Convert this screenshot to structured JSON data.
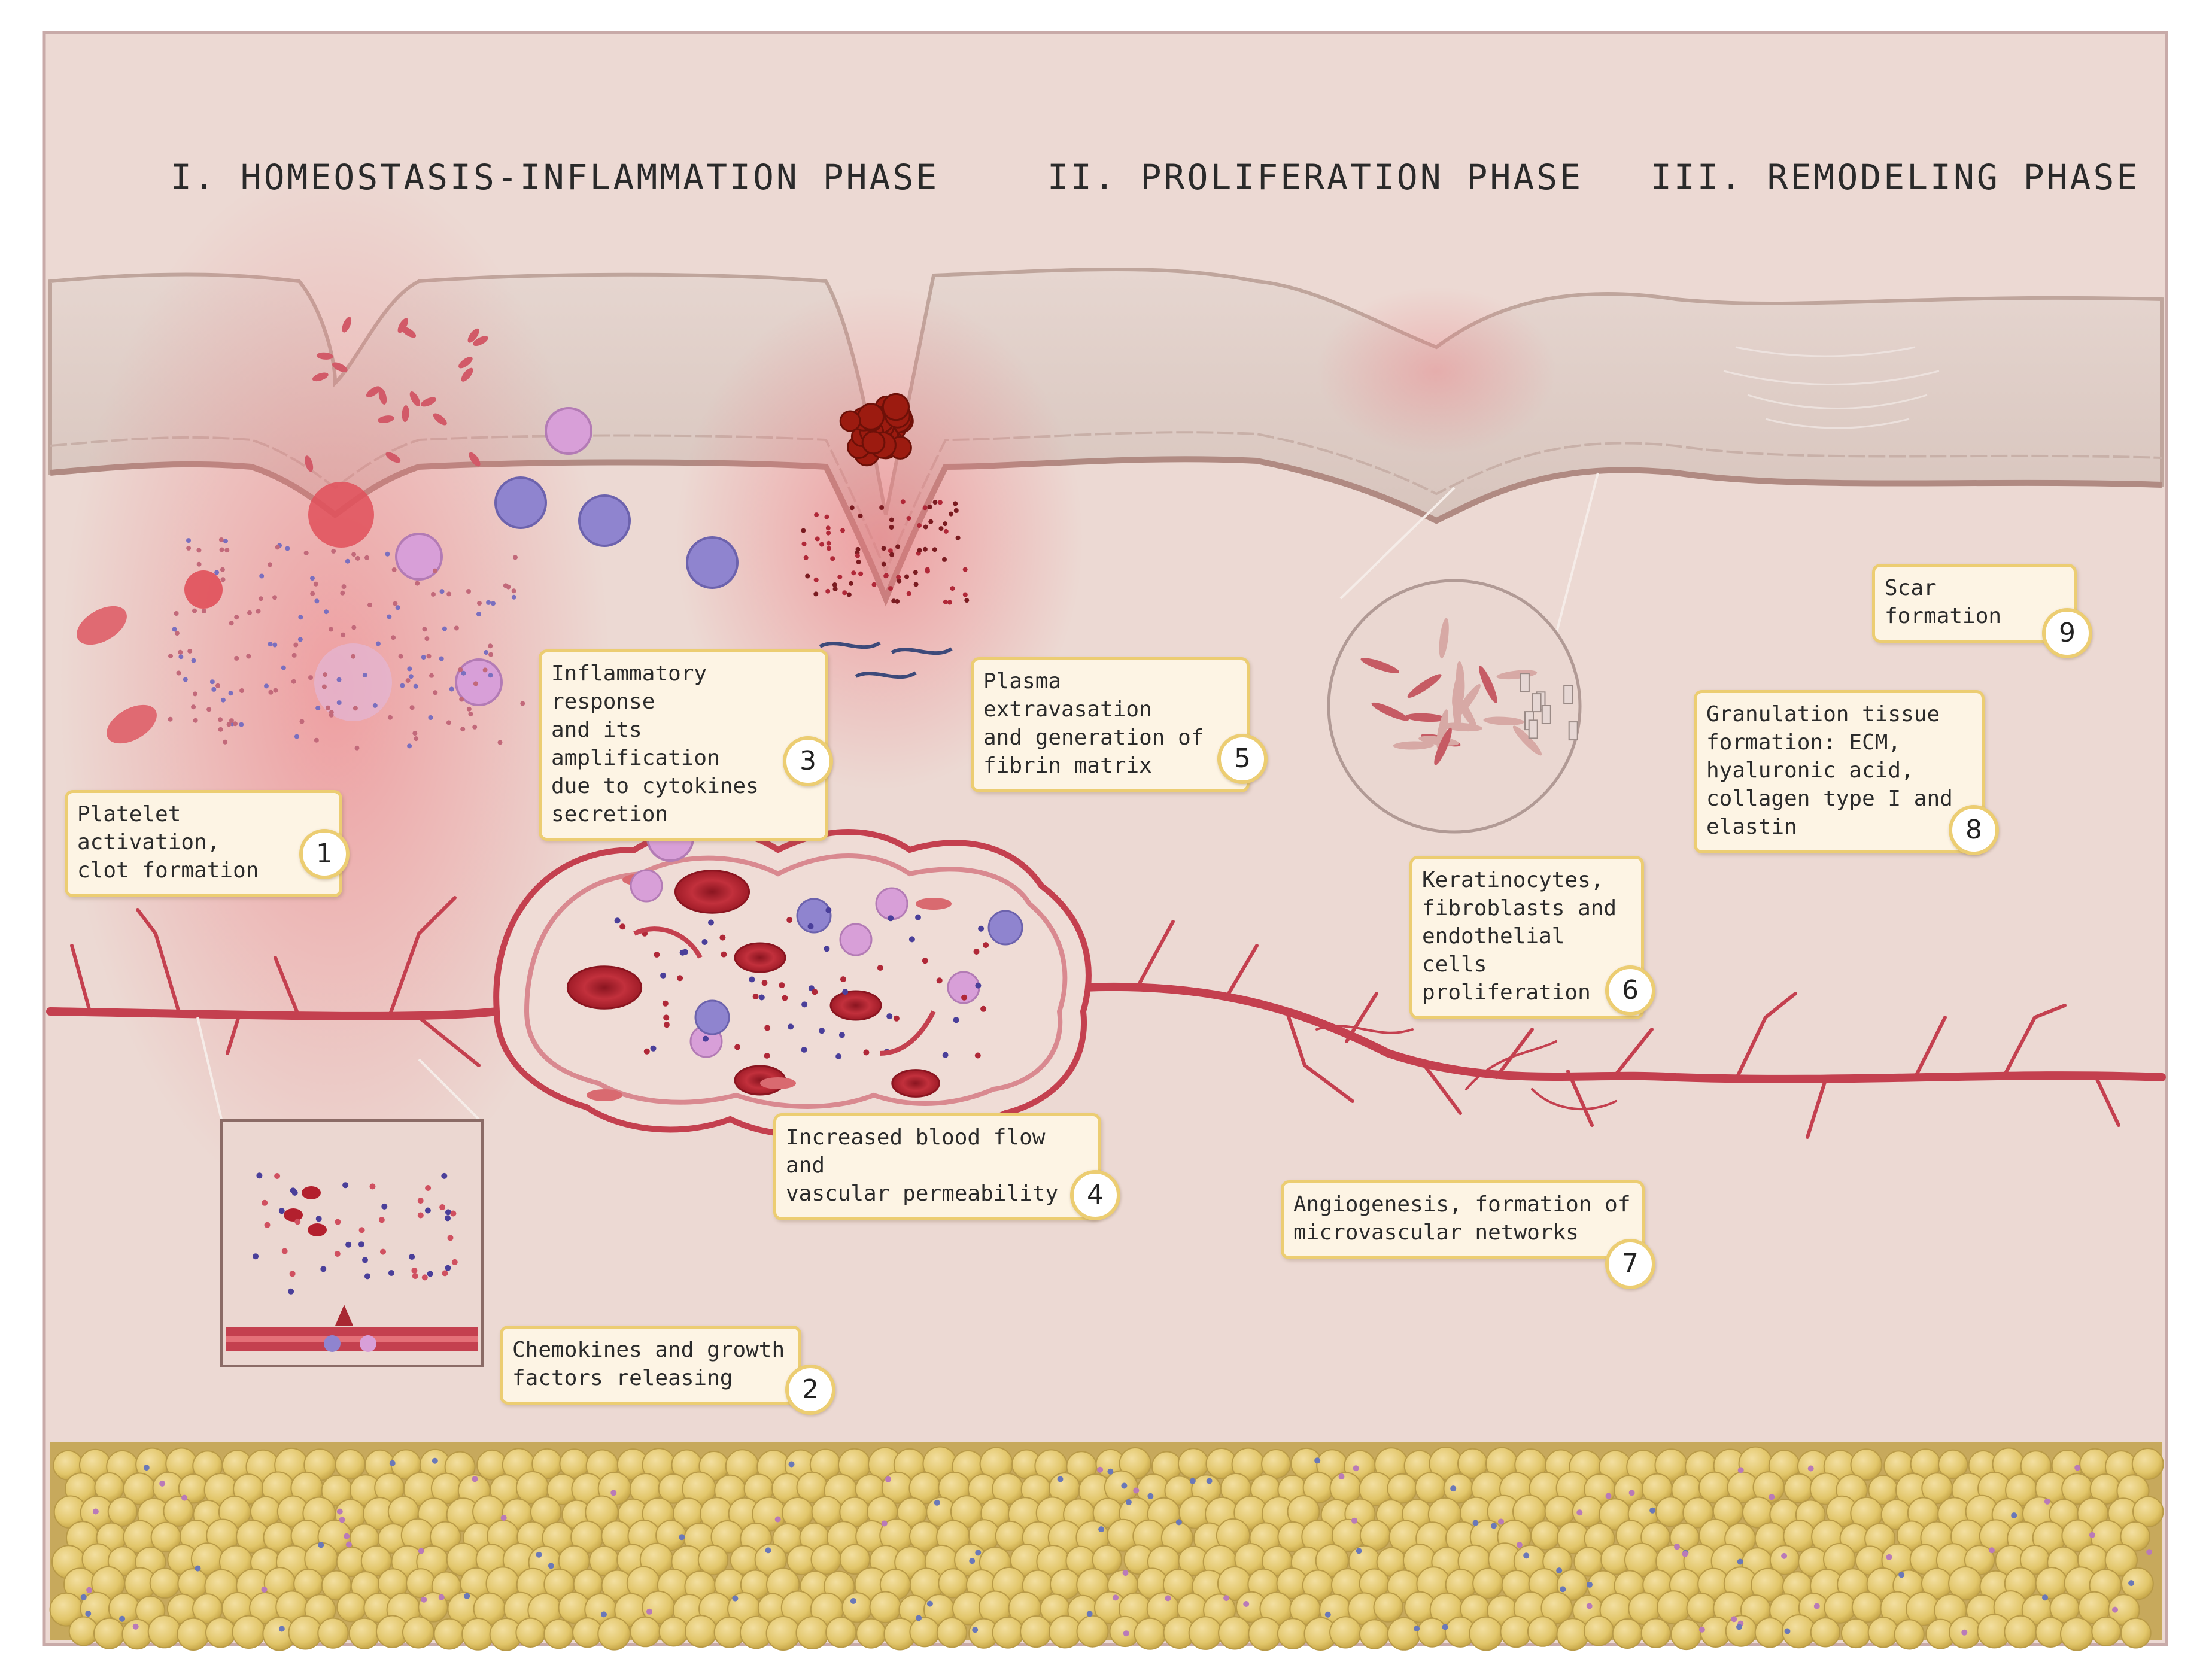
{
  "phases": {
    "p1": "I. HOMEOSTASIS-INFLAMMATION PHASE",
    "p2": "II. PROLIFERATION PHASE",
    "p3": "III. REMODELING PHASE"
  },
  "steps": [
    {
      "num": "1",
      "text": "Platelet activation,\nclot formation"
    },
    {
      "num": "2",
      "text": "Chemokines and growth\nfactors releasing"
    },
    {
      "num": "3",
      "text": "Inflammatory response\nand its amplification\ndue to cytokines\nsecretion"
    },
    {
      "num": "4",
      "text": "Increased blood flow and\nvascular permeability"
    },
    {
      "num": "5",
      "text": "Plasma extravasation\nand generation of\nfibrin matrix"
    },
    {
      "num": "6",
      "text": "Keratinocytes,\nfibroblasts and\nendothelial cells\nproliferation"
    },
    {
      "num": "7",
      "text": "Angiogenesis, formation of\nmicrovascular networks"
    },
    {
      "num": "8",
      "text": "Granulation tissue\nformation: ECM,\nhyaluronic acid,\ncollagen type I and\nelastin"
    },
    {
      "num": "9",
      "text": "Scar formation"
    }
  ],
  "colors": {
    "background": "#ecd9d3",
    "skin": "#ddcac3",
    "epidermis": "#d8c5bd",
    "inflammation": "#ef6f78",
    "vessel": "#c4404f",
    "fat_cell": "#e4cc72",
    "label_border": "#eccd72",
    "label_fill": "#fdf4e4",
    "neutrophil": "#d89fd8",
    "macrophage": "#8f84cf",
    "red_blood_cell": "#b3202e",
    "clot": "#9c1b10"
  }
}
